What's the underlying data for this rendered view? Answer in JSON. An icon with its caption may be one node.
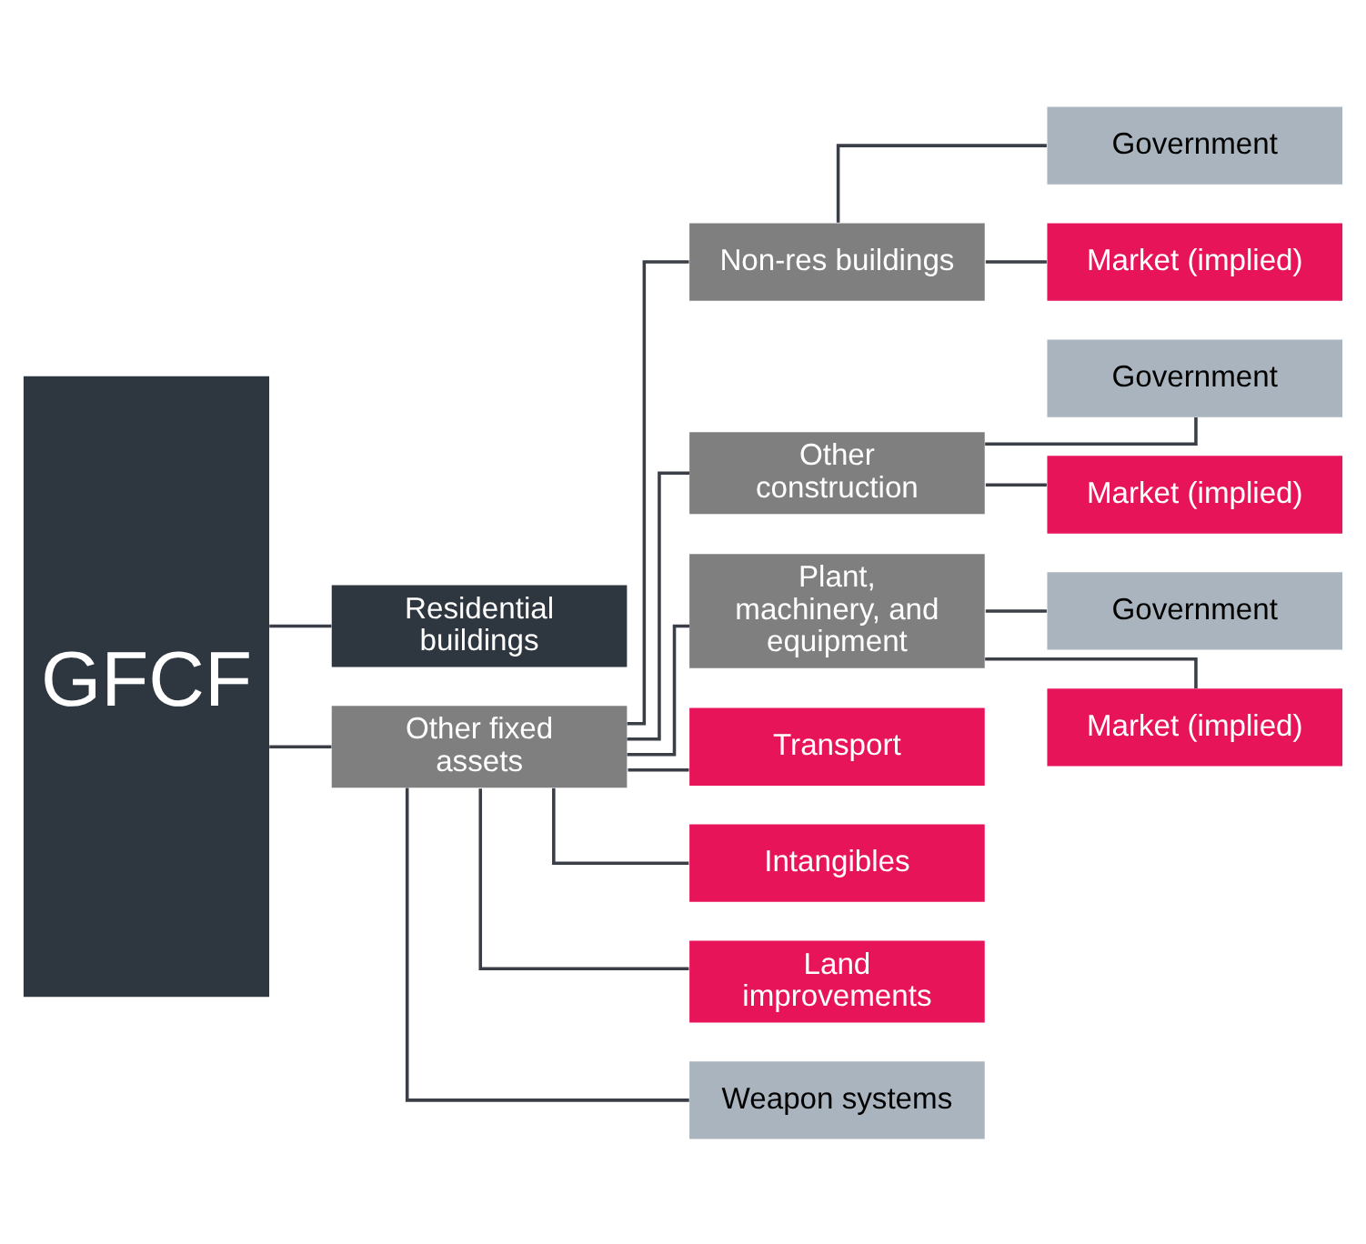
{
  "diagram": {
    "nodes": [
      {
        "text": [
          "GFCF"
        ]
      },
      {
        "text": [
          "Residential buildings"
        ]
      },
      {
        "text": [
          "Other fixed assets"
        ]
      },
      {
        "text": [
          "Non-res buildings"
        ]
      },
      {
        "text": [
          "Government"
        ]
      },
      {
        "text": [
          "Market (implied)"
        ]
      },
      {
        "text": [
          "Other construction"
        ]
      },
      {
        "text": [
          "Government"
        ]
      },
      {
        "text": [
          "Market (implied)"
        ]
      },
      {
        "text": [
          "Plant, machinery, and equipment"
        ]
      },
      {
        "text": [
          "Government"
        ]
      },
      {
        "text": [
          "Market (implied)"
        ]
      },
      {
        "text": [
          "Transport"
        ]
      },
      {
        "text": [
          "Intangibles"
        ]
      },
      {
        "text": [
          "Land improvements"
        ]
      },
      {
        "text": [
          "Weapon systems"
        ]
      }
    ],
    "edges": [
      {
        "from": 0,
        "to": 1,
        "arrow": "none"
      },
      {
        "from": 0,
        "to": 2,
        "arrow": "none"
      },
      {
        "from": 2,
        "to": 3,
        "arrow": "none"
      },
      {
        "from": 2,
        "to": 6,
        "arrow": "none"
      },
      {
        "from": 2,
        "to": 9,
        "arrow": "none"
      },
      {
        "from": 2,
        "to": 12,
        "arrow": "none"
      },
      {
        "from": 2,
        "to": 13,
        "arrow": "none"
      },
      {
        "from": 2,
        "to": 14,
        "arrow": "none"
      },
      {
        "from": 2,
        "to": 15,
        "arrow": "none"
      },
      {
        "from": 3,
        "to": 4,
        "arrow": "none"
      },
      {
        "from": 3,
        "to": 5,
        "arrow": "none"
      },
      {
        "from": 6,
        "to": 7,
        "arrow": "none"
      },
      {
        "from": 6,
        "to": 8,
        "arrow": "none"
      },
      {
        "from": 9,
        "to": 10,
        "arrow": "none"
      },
      {
        "from": 9,
        "to": 11,
        "arrow": "none"
      }
    ]
  }
}
